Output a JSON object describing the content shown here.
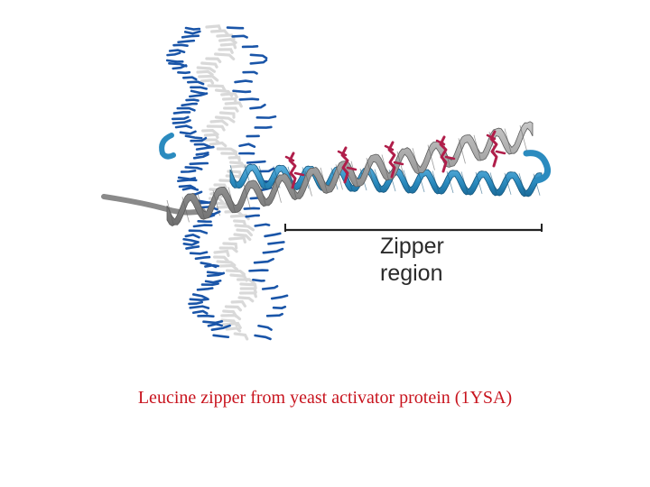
{
  "label": {
    "line1": "Zipper",
    "line2": "region"
  },
  "caption": "Leucine zipper from yeast activator protein (1YSA)",
  "colors": {
    "dna_blue": "#1a55a8",
    "dna_white": "#d9d9d9",
    "helix_gray": "#8e8e8e",
    "helix_blue": "#2b8bbf",
    "leucine_red": "#b01e4a",
    "bracket": "#222222",
    "caption": "#c8141e"
  }
}
